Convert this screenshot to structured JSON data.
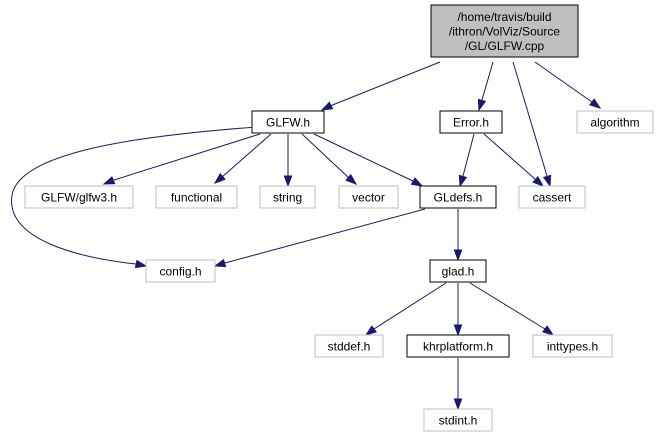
{
  "graph": {
    "colors": {
      "edge": "#191970",
      "root_fill": "#bfbfbf",
      "documented_border": "#000000",
      "undocumented_border": "#bfbfbf",
      "node_fill": "#ffffff",
      "text": "#000000"
    },
    "nodes": [
      {
        "id": "root",
        "lines": [
          "/home/travis/build",
          "/ithron/VolViz/Source",
          "/GL/GLFW.cpp"
        ],
        "style": "root"
      },
      {
        "id": "glfw_h",
        "lines": [
          "GLFW.h"
        ],
        "style": "documented"
      },
      {
        "id": "error_h",
        "lines": [
          "Error.h"
        ],
        "style": "documented"
      },
      {
        "id": "cassert",
        "lines": [
          "cassert"
        ],
        "style": "undocumented"
      },
      {
        "id": "algorithm",
        "lines": [
          "algorithm"
        ],
        "style": "undocumented"
      },
      {
        "id": "glfw3_h",
        "lines": [
          "GLFW/glfw3.h"
        ],
        "style": "undocumented"
      },
      {
        "id": "functional",
        "lines": [
          "functional"
        ],
        "style": "undocumented"
      },
      {
        "id": "string",
        "lines": [
          "string"
        ],
        "style": "undocumented"
      },
      {
        "id": "vector",
        "lines": [
          "vector"
        ],
        "style": "undocumented"
      },
      {
        "id": "gldefs_h",
        "lines": [
          "GLdefs.h"
        ],
        "style": "documented"
      },
      {
        "id": "config_h",
        "lines": [
          "config.h"
        ],
        "style": "undocumented"
      },
      {
        "id": "glad_h",
        "lines": [
          "glad.h"
        ],
        "style": "documented"
      },
      {
        "id": "stddef_h",
        "lines": [
          "stddef.h"
        ],
        "style": "undocumented"
      },
      {
        "id": "khrplatform_h",
        "lines": [
          "khrplatform.h"
        ],
        "style": "documented"
      },
      {
        "id": "inttypes_h",
        "lines": [
          "inttypes.h"
        ],
        "style": "undocumented"
      },
      {
        "id": "stdint_h",
        "lines": [
          "stdint.h"
        ],
        "style": "undocumented"
      }
    ],
    "edges": [
      [
        "root",
        "glfw_h"
      ],
      [
        "root",
        "error_h"
      ],
      [
        "root",
        "cassert"
      ],
      [
        "root",
        "algorithm"
      ],
      [
        "glfw_h",
        "config_h"
      ],
      [
        "glfw_h",
        "glfw3_h"
      ],
      [
        "glfw_h",
        "functional"
      ],
      [
        "glfw_h",
        "string"
      ],
      [
        "glfw_h",
        "vector"
      ],
      [
        "glfw_h",
        "gldefs_h"
      ],
      [
        "error_h",
        "gldefs_h"
      ],
      [
        "error_h",
        "cassert"
      ],
      [
        "gldefs_h",
        "config_h"
      ],
      [
        "gldefs_h",
        "glad_h"
      ],
      [
        "glad_h",
        "stddef_h"
      ],
      [
        "glad_h",
        "khrplatform_h"
      ],
      [
        "glad_h",
        "inttypes_h"
      ],
      [
        "khrplatform_h",
        "stdint_h"
      ]
    ]
  }
}
